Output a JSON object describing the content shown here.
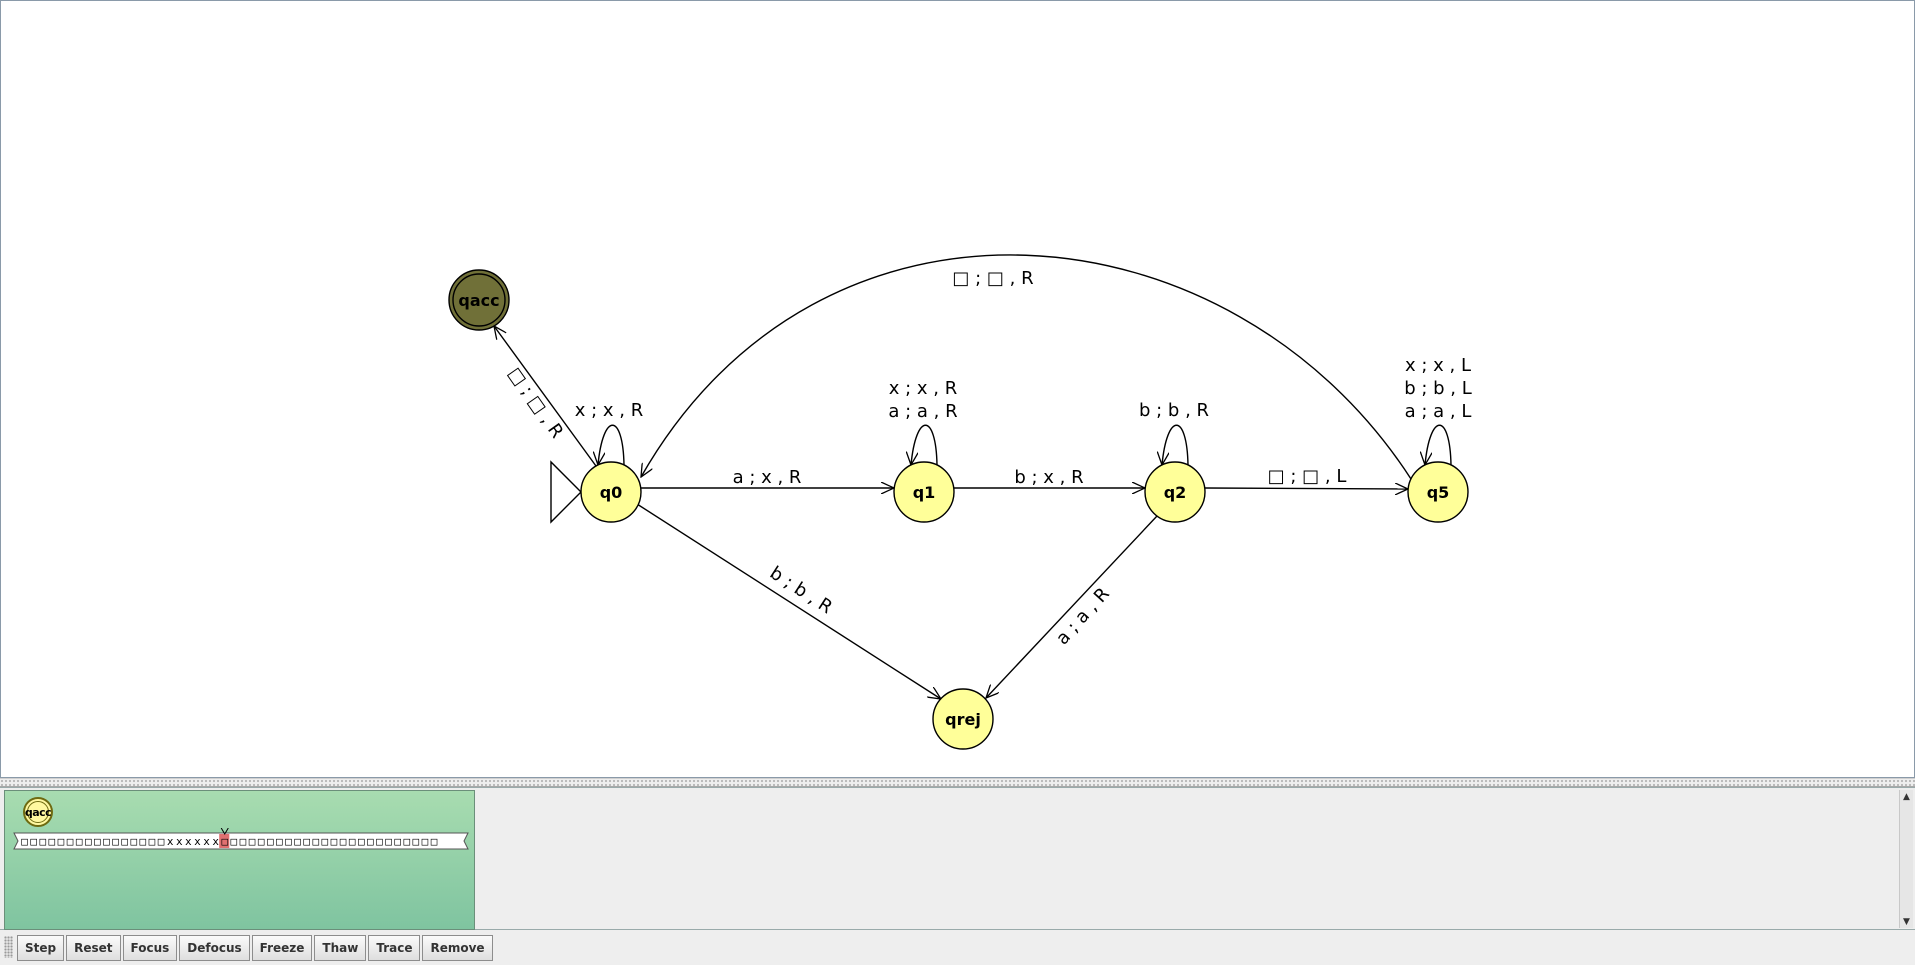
{
  "diagram": {
    "states": [
      {
        "id": "qacc",
        "label": "qacc",
        "accepting": true,
        "initial": false
      },
      {
        "id": "q0",
        "label": "q0",
        "accepting": false,
        "initial": true
      },
      {
        "id": "q1",
        "label": "q1",
        "accepting": false,
        "initial": false
      },
      {
        "id": "q2",
        "label": "q2",
        "accepting": false,
        "initial": false
      },
      {
        "id": "q5",
        "label": "q5",
        "accepting": false,
        "initial": false
      },
      {
        "id": "qrej",
        "label": "qrej",
        "accepting": false,
        "initial": false
      }
    ],
    "transitions": [
      {
        "from": "q0",
        "to": "qacc",
        "label": "□ ; □ , R"
      },
      {
        "from": "q0",
        "to": "q0",
        "label": "x ; x , R"
      },
      {
        "from": "q0",
        "to": "q1",
        "label": "a ; x , R"
      },
      {
        "from": "q0",
        "to": "qrej",
        "label": "b ; b , R"
      },
      {
        "from": "q1",
        "to": "q1",
        "labels": [
          "x ; x , R",
          "a ; a , R"
        ]
      },
      {
        "from": "q1",
        "to": "q2",
        "label": "b ; x , R"
      },
      {
        "from": "q2",
        "to": "q2",
        "label": "b ; b , R"
      },
      {
        "from": "q2",
        "to": "q5",
        "label": "□ ; □ , L"
      },
      {
        "from": "q2",
        "to": "qrej",
        "label": "a ; a , R"
      },
      {
        "from": "q5",
        "to": "q5",
        "labels": [
          "x ; x , L",
          "b ; b , L",
          "a ; a , L"
        ]
      },
      {
        "from": "q5",
        "to": "q0",
        "label": "□ ; □ , R"
      }
    ]
  },
  "colors": {
    "state_fill": "#ffff99",
    "accept_fill": "#707038",
    "config_bg": "#a8dcb0",
    "tape_head": "#e07070"
  },
  "simulator": {
    "configuration": {
      "state": "qacc",
      "tape": "□□□□□□□□□□□□□□□□xxxxxx□□□□□□□□□□□□□□□□□□□□□□□□",
      "head_index": 22
    }
  },
  "toolbar": {
    "buttons": [
      "Step",
      "Reset",
      "Focus",
      "Defocus",
      "Freeze",
      "Thaw",
      "Trace",
      "Remove"
    ]
  }
}
